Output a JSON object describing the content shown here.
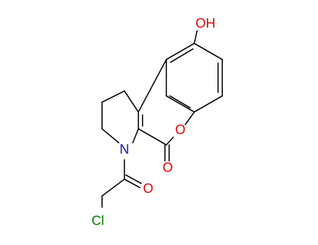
{
  "molecule": {
    "atoms": {
      "hydroxyl": "OH",
      "ring_oxygen": "O",
      "carbonyl_oxygen": "O",
      "ring_nitrogen": "N",
      "acyl_oxygen": "O",
      "chlorine": "Cl"
    },
    "colors": {
      "oxygen": "#e00000",
      "nitrogen": "#1010d0",
      "chlorine": "#008000",
      "bond": "#000000",
      "background": "#ffffff"
    }
  }
}
